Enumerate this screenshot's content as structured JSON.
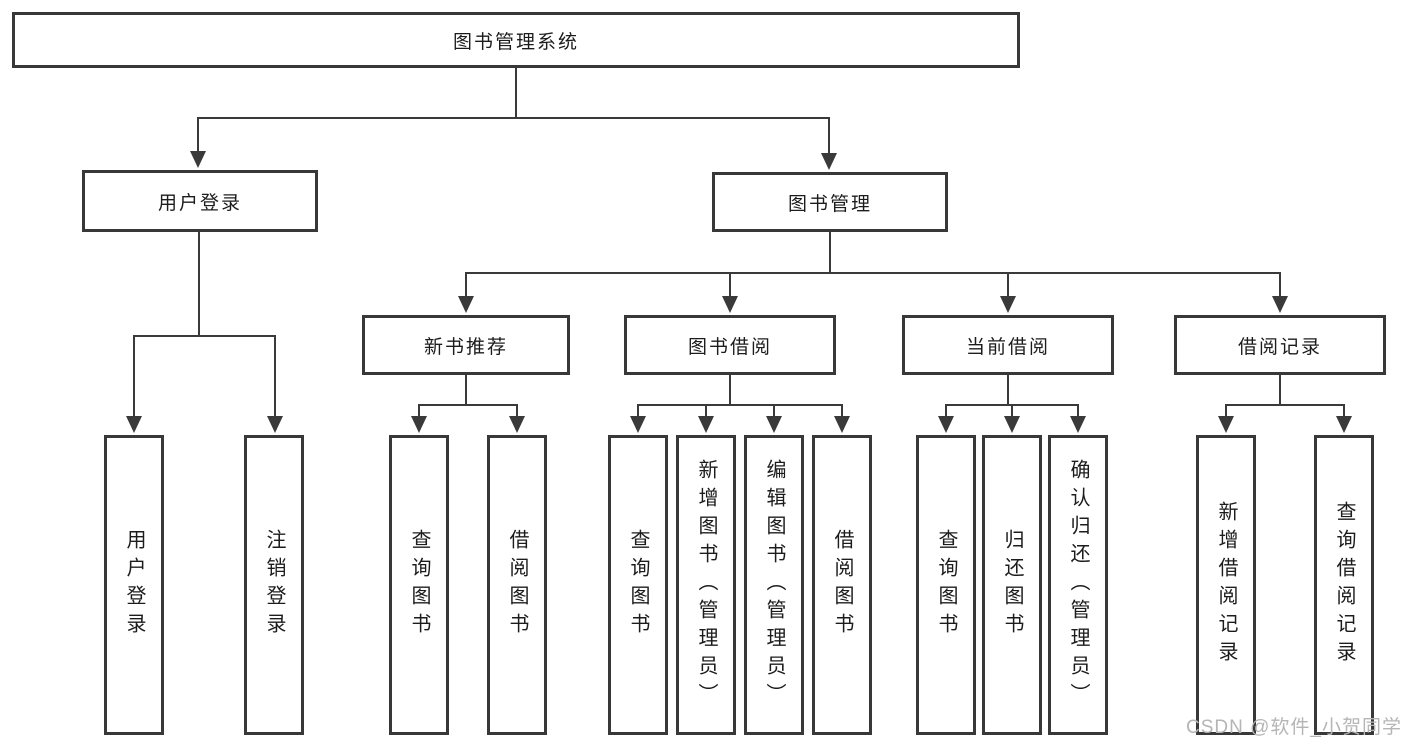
{
  "nodes": {
    "root": {
      "label": "图书管理系统"
    },
    "user_login": {
      "label": "用户登录"
    },
    "book_management": {
      "label": "图书管理"
    },
    "new_book_recommend": {
      "label": "新书推荐"
    },
    "book_borrow": {
      "label": "图书借阅"
    },
    "current_borrow": {
      "label": "当前借阅"
    },
    "borrow_records": {
      "label": "借阅记录"
    },
    "leaf_user_login": {
      "label": "用户登录"
    },
    "leaf_logout": {
      "label": "注销登录"
    },
    "leaf_query_book_recommend": {
      "label": "查询图书"
    },
    "leaf_borrow_book_recommend": {
      "label": "借阅图书"
    },
    "leaf_query_book_borrow": {
      "label": "查询图书"
    },
    "leaf_add_book": {
      "label": "新增图书（管理员）"
    },
    "leaf_edit_book": {
      "label": "编辑图书（管理员）"
    },
    "leaf_borrow_book_borrow": {
      "label": "借阅图书"
    },
    "leaf_query_book_current": {
      "label": "查询图书"
    },
    "leaf_return_book": {
      "label": "归还图书"
    },
    "leaf_confirm_return": {
      "label": "确认归还（管理员）"
    },
    "leaf_add_borrow_record": {
      "label": "新增借阅记录"
    },
    "leaf_query_borrow_record": {
      "label": "查询借阅记录"
    }
  },
  "watermark": {
    "text": "CSDN @软件_小贺同学"
  },
  "colors": {
    "line": "#3a3a3a",
    "border": "#383838",
    "text": "#1c1c1c",
    "background": "#ffffff",
    "watermark": "#b5b5b5"
  }
}
